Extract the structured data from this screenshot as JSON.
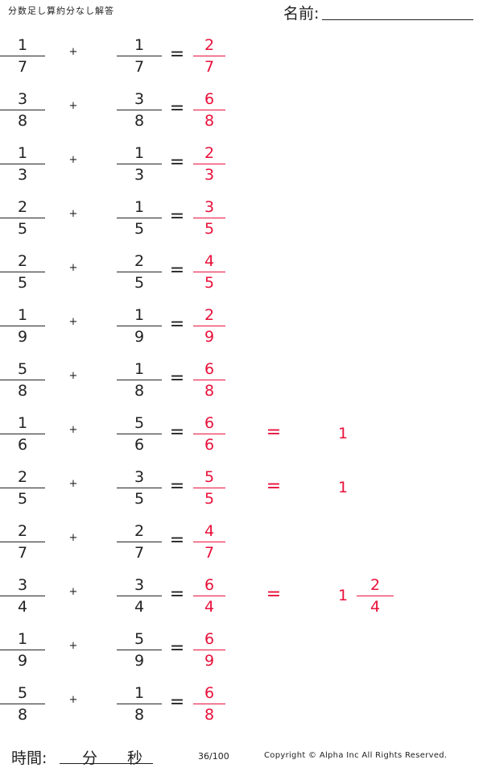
{
  "header": {
    "title": "分数足し算約分なし解答",
    "name_label": "名前:",
    "name_dot": "."
  },
  "problems": [
    {
      "a_num": "1",
      "a_den": "7",
      "op": "+",
      "b_num": "1",
      "b_den": "7",
      "eq": "=",
      "ans_num": "2",
      "ans_den": "7"
    },
    {
      "a_num": "3",
      "a_den": "8",
      "op": "+",
      "b_num": "3",
      "b_den": "8",
      "eq": "=",
      "ans_num": "6",
      "ans_den": "8"
    },
    {
      "a_num": "1",
      "a_den": "3",
      "op": "+",
      "b_num": "1",
      "b_den": "3",
      "eq": "=",
      "ans_num": "2",
      "ans_den": "3"
    },
    {
      "a_num": "2",
      "a_den": "5",
      "op": "+",
      "b_num": "1",
      "b_den": "5",
      "eq": "=",
      "ans_num": "3",
      "ans_den": "5"
    },
    {
      "a_num": "2",
      "a_den": "5",
      "op": "+",
      "b_num": "2",
      "b_den": "5",
      "eq": "=",
      "ans_num": "4",
      "ans_den": "5"
    },
    {
      "a_num": "1",
      "a_den": "9",
      "op": "+",
      "b_num": "1",
      "b_den": "9",
      "eq": "=",
      "ans_num": "2",
      "ans_den": "9"
    },
    {
      "a_num": "5",
      "a_den": "8",
      "op": "+",
      "b_num": "1",
      "b_den": "8",
      "eq": "=",
      "ans_num": "6",
      "ans_den": "8"
    },
    {
      "a_num": "1",
      "a_den": "6",
      "op": "+",
      "b_num": "5",
      "b_den": "6",
      "eq": "=",
      "ans_num": "6",
      "ans_den": "6",
      "eq2": "=",
      "whole": "1"
    },
    {
      "a_num": "2",
      "a_den": "5",
      "op": "+",
      "b_num": "3",
      "b_den": "5",
      "eq": "=",
      "ans_num": "5",
      "ans_den": "5",
      "eq2": "=",
      "whole": "1"
    },
    {
      "a_num": "2",
      "a_den": "7",
      "op": "+",
      "b_num": "2",
      "b_den": "7",
      "eq": "=",
      "ans_num": "4",
      "ans_den": "7"
    },
    {
      "a_num": "3",
      "a_den": "4",
      "op": "+",
      "b_num": "3",
      "b_den": "4",
      "eq": "=",
      "ans_num": "6",
      "ans_den": "4",
      "eq2": "=",
      "whole": "1",
      "mixed_num": "2",
      "mixed_den": "4"
    },
    {
      "a_num": "1",
      "a_den": "9",
      "op": "+",
      "b_num": "5",
      "b_den": "9",
      "eq": "=",
      "ans_num": "6",
      "ans_den": "9"
    },
    {
      "a_num": "5",
      "a_den": "8",
      "op": "+",
      "b_num": "1",
      "b_den": "8",
      "eq": "=",
      "ans_num": "6",
      "ans_den": "8"
    }
  ],
  "footer": {
    "time_label": "時間:",
    "minutes_label": "分",
    "seconds_label": "秒",
    "page": "36/100",
    "copyright": "Copyright © Alpha Inc All Rights Reserved."
  }
}
